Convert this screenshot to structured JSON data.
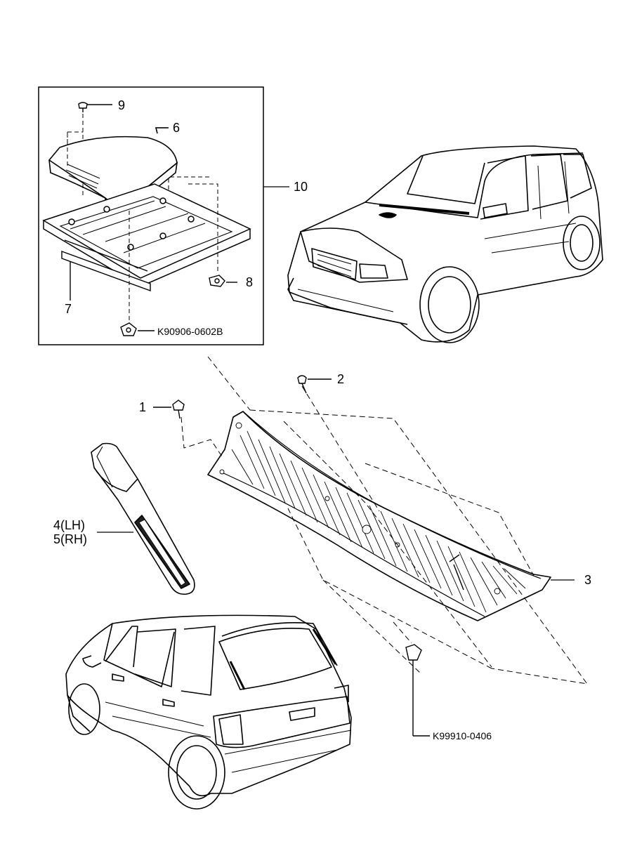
{
  "callouts": {
    "c1": "1",
    "c2": "2",
    "c3": "3",
    "c4": "4(LH)",
    "c5": "5(RH)",
    "c6": "6",
    "c7": "7",
    "c8": "8",
    "c9": "9",
    "c10": "10"
  },
  "part_codes": {
    "inset_nut": "K90906-0602B",
    "clip": "K99910-0406"
  },
  "colors": {
    "line": "#000000",
    "background": "#ffffff"
  }
}
